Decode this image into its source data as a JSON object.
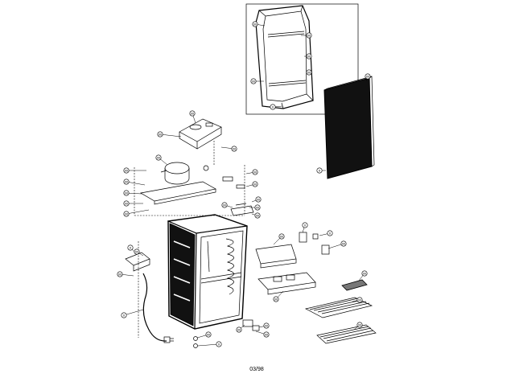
{
  "diagram": {
    "footer_code": "03/98",
    "callouts": [
      {
        "id": "door-top",
        "text": "00"
      },
      {
        "id": "door-shelf-a",
        "text": "00"
      },
      {
        "id": "door-shelf-b",
        "text": "00"
      },
      {
        "id": "door-seal",
        "text": "00"
      },
      {
        "id": "door-bottom",
        "text": "00"
      },
      {
        "id": "door-screw",
        "text": "0"
      },
      {
        "id": "outer-door",
        "text": "00"
      },
      {
        "id": "outer-door-base",
        "text": "0"
      },
      {
        "id": "housing",
        "text": "00"
      },
      {
        "id": "evap-cover",
        "text": "00"
      },
      {
        "id": "bracket",
        "text": "00"
      },
      {
        "id": "compressor",
        "text": "00"
      },
      {
        "id": "comp-left-1",
        "text": "00"
      },
      {
        "id": "comp-left-2",
        "text": "00"
      },
      {
        "id": "comp-left-3",
        "text": "00"
      },
      {
        "id": "comp-left-4",
        "text": "00"
      },
      {
        "id": "comp-left-5",
        "text": "00"
      },
      {
        "id": "comp-right-1",
        "text": "00"
      },
      {
        "id": "comp-right-2",
        "text": "00"
      },
      {
        "id": "comp-right-3",
        "text": "00"
      },
      {
        "id": "comp-right-4",
        "text": "00"
      },
      {
        "id": "thermostat",
        "text": "00"
      },
      {
        "id": "cabinet-tube",
        "text": "00"
      },
      {
        "id": "side-wire",
        "text": "0"
      },
      {
        "id": "cord-box",
        "text": "00"
      },
      {
        "id": "cord-clip",
        "text": "00"
      },
      {
        "id": "power-cord",
        "text": "0"
      },
      {
        "id": "leg-1",
        "text": "00"
      },
      {
        "id": "leg-2",
        "text": "0"
      },
      {
        "id": "hinge-1",
        "text": "00"
      },
      {
        "id": "hinge-2",
        "text": "00"
      },
      {
        "id": "hinge-3",
        "text": "00"
      },
      {
        "id": "drip-tray",
        "text": "00"
      },
      {
        "id": "tray-clip",
        "text": "0"
      },
      {
        "id": "tray-pin",
        "text": "0"
      },
      {
        "id": "knob",
        "text": "00"
      },
      {
        "id": "ice-tray",
        "text": "00"
      },
      {
        "id": "ice-cube-tray",
        "text": "00"
      },
      {
        "id": "shelf-upper",
        "text": "00"
      },
      {
        "id": "shelf-lower",
        "text": "00"
      }
    ]
  }
}
